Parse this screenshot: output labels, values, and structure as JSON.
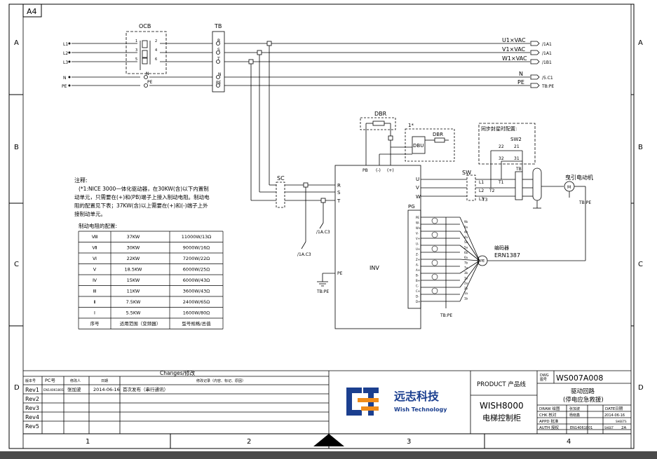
{
  "sheet": {
    "size": "A4",
    "rows": [
      "A",
      "B",
      "C",
      "D"
    ],
    "cols": [
      "1",
      "2",
      "3",
      "4"
    ]
  },
  "breaker": {
    "name": "OCB",
    "terminals_in": [
      "1",
      "3",
      "5"
    ],
    "terminals_out": [
      "2",
      "4",
      "6"
    ],
    "n": "N",
    "pe": "PE"
  },
  "terminal_block": {
    "name": "TB",
    "r": "R",
    "s": "S",
    "t": "T",
    "n": "N",
    "pe": "PE"
  },
  "mains": {
    "l1": "L1",
    "l2": "L2",
    "l3": "L3",
    "n": "N",
    "pe": "PE"
  },
  "outputs": {
    "u1": "U1×VAC",
    "v1": "V1×VAC",
    "w1": "W1×VAC",
    "n": "N",
    "pe": "PE",
    "ref_u1": "/1A1",
    "ref_v1": "/1A1",
    "ref_w1": "/1B1",
    "ref_n": "/5.C1",
    "ref_pe": "TB:PE"
  },
  "sc": {
    "name": "SC",
    "r": "R",
    "s": "S",
    "t": "T",
    "ref1": "/1A.C3",
    "ref2": "/1A.C3"
  },
  "inverter": {
    "name": "INV",
    "pb": "PB",
    "minus": "(-)",
    "plus": "(+)",
    "u": "U",
    "v": "V",
    "w": "W",
    "pe": "PE",
    "pe_ref": "TB:PE",
    "pg": "PG"
  },
  "resistor": {
    "dbr": "DBR",
    "star": "1*",
    "dbu": "DBU",
    "dbr2": "DBR"
  },
  "sync": {
    "title": "同步封星时配置:",
    "sw2": "SW2",
    "t22": "22",
    "t21": "21",
    "t32": "32",
    "t31": "31"
  },
  "sw": {
    "name": "SW",
    "l1": "L1",
    "l2": "L2",
    "l3": "L3",
    "t1": "T1",
    "t2": "T2",
    "t3": "T3",
    "tb": "TB"
  },
  "motor": {
    "label": "曳引电动机",
    "symbol": "M",
    "pe_ref": "TB:PE"
  },
  "encoder": {
    "label": "编码器",
    "model": "ERN1387",
    "symbol": "PE",
    "pe_ref": "TB:PE",
    "pg_pins": [
      "PE",
      "W-",
      "W+",
      "V-",
      "V+",
      "U-",
      "U+",
      "Z-",
      "Z+",
      "A-",
      "A+",
      "B-",
      "B+",
      "C-",
      "C+",
      "D-",
      "D+"
    ],
    "cable_pins": [
      "9b",
      "9a",
      "4b",
      "4a",
      "5b",
      "5a",
      "6b",
      "6a",
      "7b",
      "7a",
      "3b",
      "3a",
      "2a",
      "2b",
      "1a",
      "1b"
    ]
  },
  "notes": {
    "title": "注释:",
    "lines": [
      "(*1:NICE 3000一体化驱动器，在30KW(含)以下内置制",
      "动单元，只需要在(+)和(PB)端子上接入制动电阻。制动电",
      "阻的配置见下表；37KW(含)以上需要在(+)和(-)端子上外",
      "接制动单元。"
    ],
    "table_title": "制动电阻的配置:",
    "table_header": {
      "no": "序号",
      "range": "适用范围（变频器）",
      "spec": "型号规格/总值"
    },
    "table_rows": [
      {
        "no": "Ⅷ",
        "kw": "37KW",
        "spec": "11000W/13Ω"
      },
      {
        "no": "Ⅶ",
        "kw": "30KW",
        "spec": "9000W/16Ω"
      },
      {
        "no": "Ⅵ",
        "kw": "22KW",
        "spec": "7200W/22Ω"
      },
      {
        "no": "Ⅴ",
        "kw": "18.5KW",
        "spec": "6000W/25Ω"
      },
      {
        "no": "Ⅳ",
        "kw": "15KW",
        "spec": "6000W/43Ω"
      },
      {
        "no": "Ⅲ",
        "kw": "11KW",
        "spec": "3600W/43Ω"
      },
      {
        "no": "Ⅱ",
        "kw": "7.5KW",
        "spec": "2400W/65Ω"
      },
      {
        "no": "Ⅰ",
        "kw": "5.5KW",
        "spec": "1600W/80Ω"
      }
    ]
  },
  "title_block": {
    "changes_title": "Changes/修改",
    "col_version": "版本号",
    "col_pc": "PC号",
    "col_person": "修改人",
    "col_date": "日期",
    "col_desc": "修改记录（内容、标记、原因）",
    "revs": [
      "Rev1",
      "Rev2",
      "Rev3",
      "Rev4",
      "Rev5"
    ],
    "rev1": {
      "pc": "EN14061801",
      "person": "张加波",
      "date": "2014-06-16",
      "desc": "首次发布（串行通讯）"
    },
    "logo_cn": "远志科技",
    "logo_en": "Wish Technology",
    "product_label": "PRODUCT 产品线",
    "product_name": "WISH8000",
    "product_cn": "电梯控制柜",
    "dwg_label": "DWG",
    "dwg_label_cn": "图号",
    "dwg_no": "WS007A008",
    "title_line1": "驱动回路",
    "title_line2": "(停电应急救援)",
    "draw": "DRAW 绘图",
    "draw_name": "张加波",
    "date_label": "DATE日期",
    "chk": "CHK 核对",
    "chk_name": "杨晓鑫",
    "date_val": "2014-06-16",
    "appd": "APPD 批准",
    "sheet_total": "SHEETS",
    "auth": "AUTH 授权",
    "auth_no": "EN14061801",
    "sheet_label": "SHEET",
    "sheet_no": "2A"
  }
}
